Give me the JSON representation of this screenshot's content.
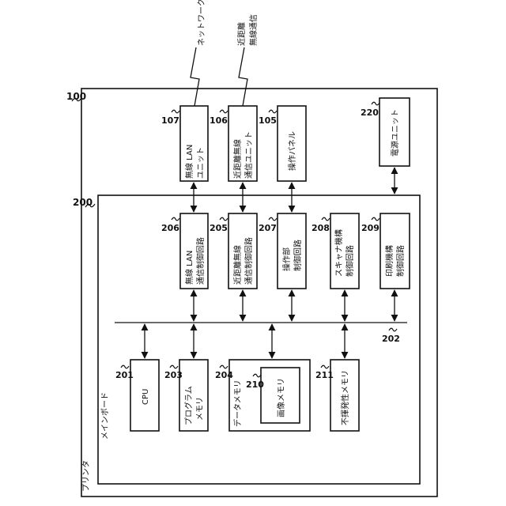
{
  "printer": {
    "ref": "100",
    "label": "プリンタ"
  },
  "mainboard": {
    "ref": "200",
    "label": "メインボード"
  },
  "bus": {
    "ref": "202"
  },
  "external": {
    "network": "ネットワーク",
    "nfc_line1": "近距離",
    "nfc_line2": "無線通信"
  },
  "top_units": [
    {
      "ref": "107",
      "line1": "無線 LAN",
      "line2": "ユニット"
    },
    {
      "ref": "106",
      "line1": "近距離無線",
      "line2": "通信ユニット"
    },
    {
      "ref": "105",
      "line1": "操作パネル",
      "line2": ""
    },
    {
      "ref": "220",
      "line1": "電源ユニット",
      "line2": ""
    }
  ],
  "controllers": [
    {
      "ref": "206",
      "line1": "無線 LAN",
      "line2": "通信制御回路"
    },
    {
      "ref": "205",
      "line1": "近距離無線",
      "line2": "通信制御回路"
    },
    {
      "ref": "207",
      "line1": "操作部",
      "line2": "制御回路"
    },
    {
      "ref": "208",
      "line1": "スキャナ機構",
      "line2": "制御回路"
    },
    {
      "ref": "209",
      "line1": "印刷機構",
      "line2": "制御回路"
    }
  ],
  "memories": [
    {
      "ref": "201",
      "line1": "CPU",
      "line2": ""
    },
    {
      "ref": "203",
      "line1": "プログラム",
      "line2": "メモリ"
    },
    {
      "ref": "204",
      "line1": "データメモリ",
      "line2": ""
    },
    {
      "ref": "211",
      "line1": "不揮発性メモリ",
      "line2": ""
    }
  ],
  "image_memory": {
    "ref": "210",
    "label": "画像メモリ"
  }
}
